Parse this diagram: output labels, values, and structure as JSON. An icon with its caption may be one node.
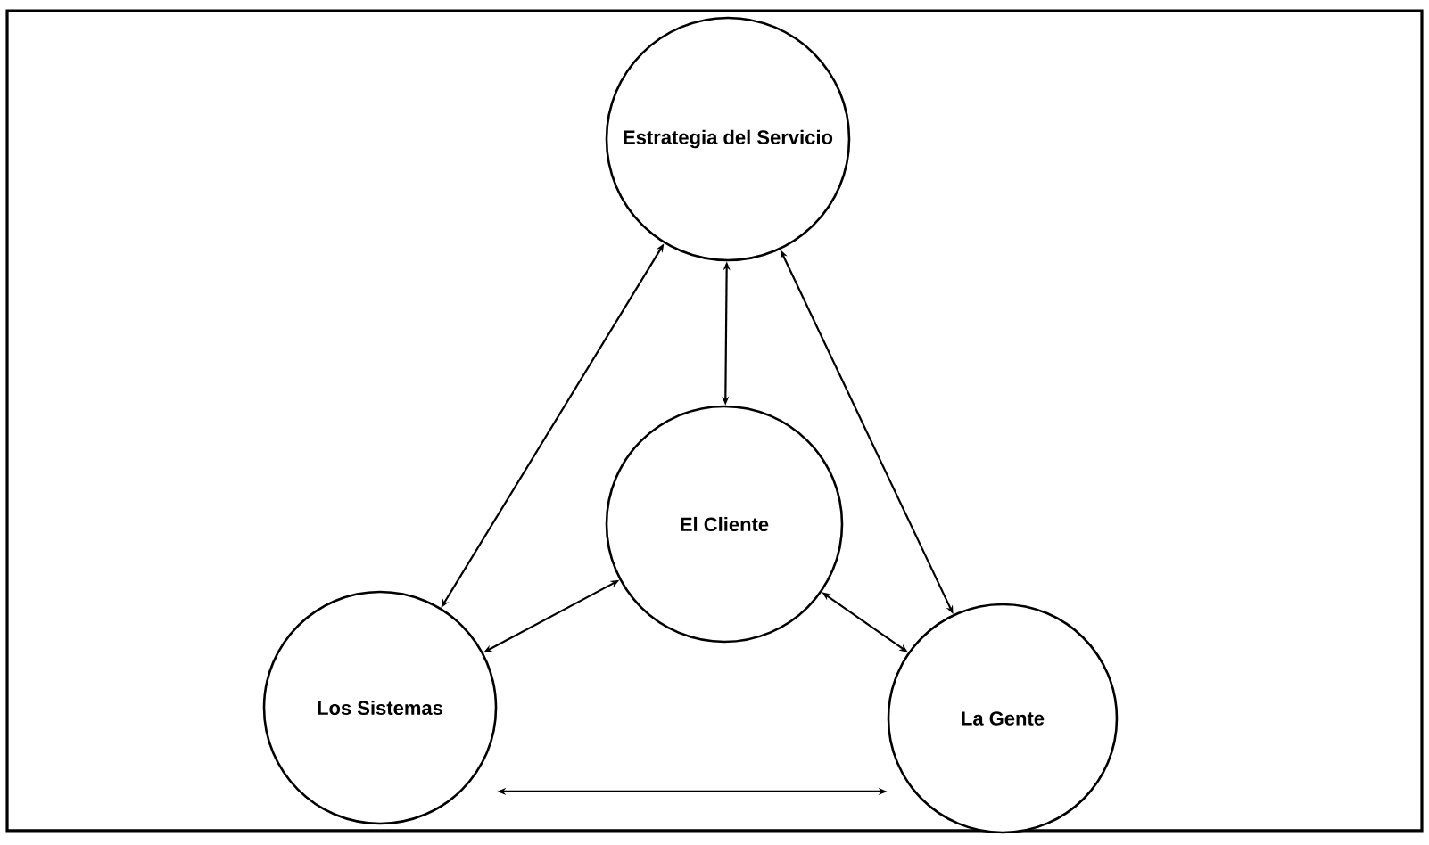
{
  "diagram": {
    "nodes": [
      {
        "text": [
          "Estrategia del Servicio"
        ]
      },
      {
        "text": [
          "El Cliente"
        ]
      },
      {
        "text": [
          "Los Sistemas"
        ]
      },
      {
        "text": [
          "La Gente"
        ]
      }
    ],
    "edges": [
      {
        "from": 0,
        "to": 1,
        "arrow": "both"
      },
      {
        "from": 0,
        "to": 2,
        "arrow": "both"
      },
      {
        "from": 0,
        "to": 3,
        "arrow": "both"
      },
      {
        "from": 1,
        "to": 2,
        "arrow": "both"
      },
      {
        "from": 1,
        "to": 3,
        "arrow": "both"
      },
      {
        "from": 2,
        "to": 3,
        "arrow": "both"
      }
    ]
  }
}
